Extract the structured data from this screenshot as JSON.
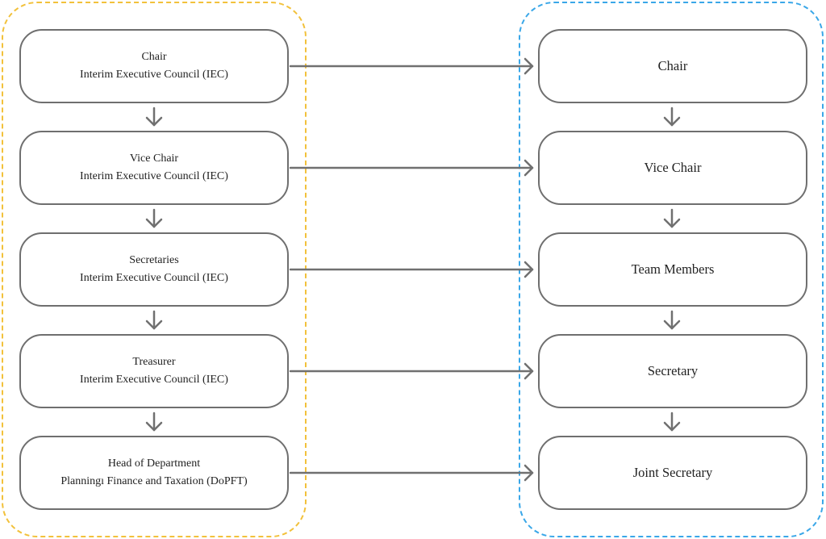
{
  "left_column": {
    "boxes": [
      {
        "title": "Chair",
        "subtitle": "Interim Executive Council (IEC)"
      },
      {
        "title": "Vice Chair",
        "subtitle": "Interim Executive Council (IEC)"
      },
      {
        "title": "Secretaries",
        "subtitle": "Interim Executive Council (IEC)"
      },
      {
        "title": "Treasurer",
        "subtitle": "Interim Executive Council (IEC)"
      },
      {
        "title": "Head of Department",
        "subtitle": "Planningı Finance and Taxation (DoPFT)"
      }
    ]
  },
  "right_column": {
    "boxes": [
      {
        "title": "Chair"
      },
      {
        "title": "Vice Chair"
      },
      {
        "title": "Team Members"
      },
      {
        "title": "Secretary"
      },
      {
        "title": "Joint Secretary"
      }
    ]
  },
  "colors": {
    "left_group_border": "#f2c13b",
    "right_group_border": "#3aa7e8",
    "box_border": "#6f6f6f",
    "arrow": "#707070"
  }
}
